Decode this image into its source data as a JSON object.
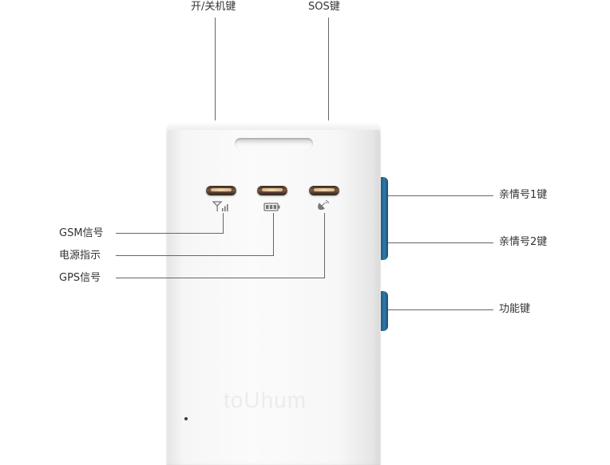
{
  "callouts": {
    "power_key": "开/关机键",
    "sos_key": "SOS键",
    "gsm_signal": "GSM信号",
    "power_indicator": "电源指示",
    "gps_signal": "GPS信号",
    "family_1_key": "亲情号1键",
    "family_2_key": "亲情号2键",
    "function_key": "功能键"
  },
  "device": {
    "brand_watermark": "toUhum",
    "indicator_icons": [
      "signal-icon",
      "battery-icon",
      "satellite-icon"
    ]
  },
  "colors": {
    "device_body": "#f4f4f4",
    "side_button": "#2f79a8",
    "led": "#7a5a44",
    "leader_line": "#666666",
    "text": "#333333"
  }
}
